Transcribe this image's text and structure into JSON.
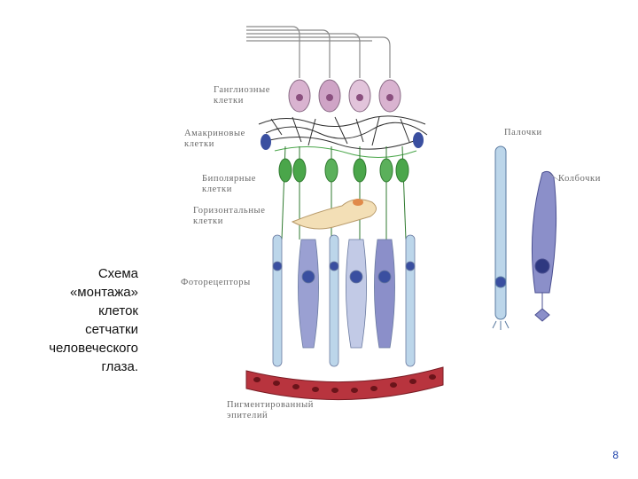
{
  "slide": {
    "caption_lines": [
      "Схема",
      "«монтажа»",
      "клеток",
      "сетчатки",
      "человеческого",
      "глаза."
    ],
    "page_number": "8"
  },
  "labels": {
    "ganglion": [
      "Ганглиозные",
      "клетки"
    ],
    "amacrine": [
      "Амакриновые",
      "клетки"
    ],
    "bipolar": [
      "Биполярные",
      "клетки"
    ],
    "horizontal": [
      "Горизонтальные",
      "клетки"
    ],
    "photoreceptors": "Фоторецепторы",
    "pigment": [
      "Пигментированный",
      "эпителий"
    ],
    "rods": "Палочки",
    "cones": "Колбочки"
  },
  "colors": {
    "ganglion": "#d9b3d0",
    "bipolar": "#4aa64a",
    "horizontal": "#f3dfb6",
    "amacrine_axon": "#3a4fa0",
    "rod": "#bcd6ea",
    "cone": "#8b8fc9",
    "pigment": "#b8343e",
    "fiber": "#8a8a8a"
  }
}
